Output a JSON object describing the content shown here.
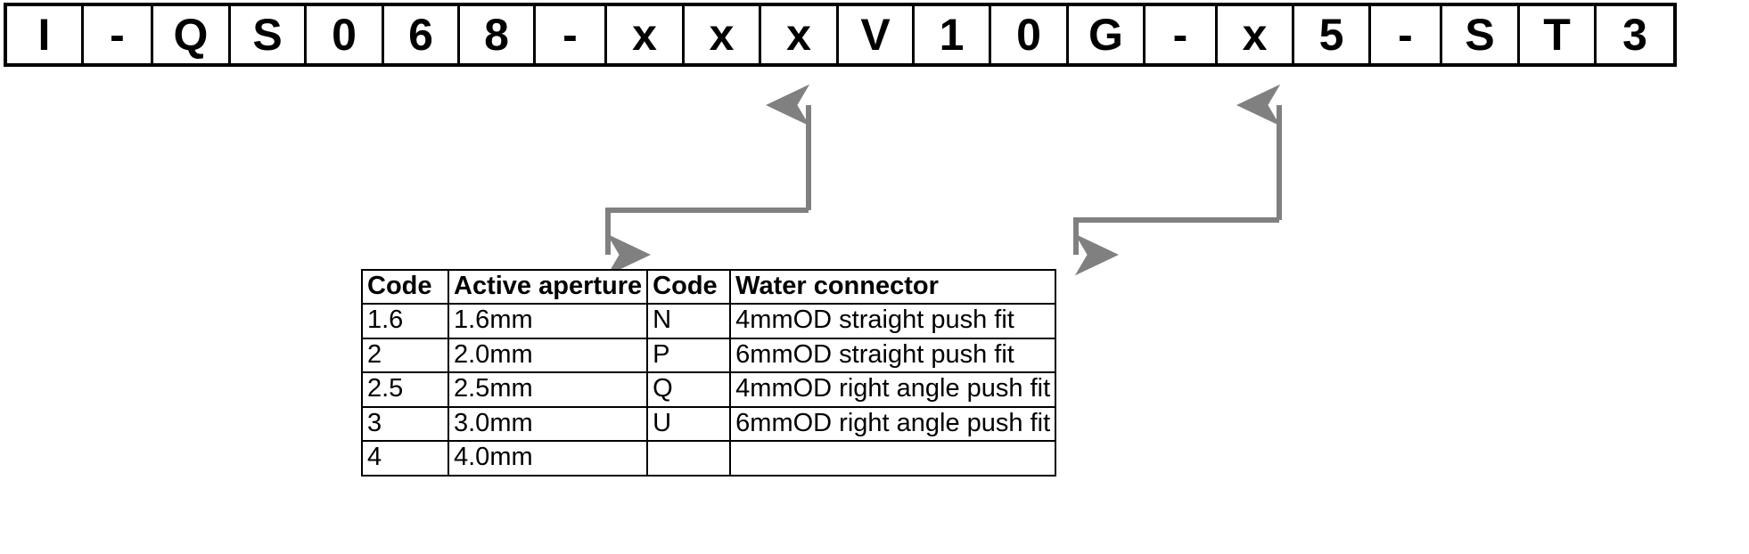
{
  "part_number": {
    "name": "part-number-code-bar",
    "segments": [
      {
        "char": "I",
        "width": 86
      },
      {
        "char": "-",
        "width": 78
      },
      {
        "char": "Q",
        "width": 87
      },
      {
        "char": "S",
        "width": 85
      },
      {
        "char": "0",
        "width": 87
      },
      {
        "char": "6",
        "width": 85
      },
      {
        "char": "8",
        "width": 85
      },
      {
        "char": "-",
        "width": 80
      },
      {
        "char": "x",
        "width": 87
      },
      {
        "char": "x",
        "width": 86
      },
      {
        "char": "x",
        "width": 87
      },
      {
        "char": "V",
        "width": 85
      },
      {
        "char": "1",
        "width": 86
      },
      {
        "char": "0",
        "width": 87
      },
      {
        "char": "G",
        "width": 86
      },
      {
        "char": "-",
        "width": 81
      },
      {
        "char": "x",
        "width": 86
      },
      {
        "char": "5",
        "width": 86
      },
      {
        "char": "-",
        "width": 80
      },
      {
        "char": "S",
        "width": 87
      },
      {
        "char": "T",
        "width": 86
      },
      {
        "char": "3",
        "width": 86
      }
    ]
  },
  "callouts": [
    {
      "name": "callout-active-aperture",
      "source_label": "x",
      "target_column": "Active aperture",
      "color": "#808080"
    },
    {
      "name": "callout-water-connector",
      "source_label": "x",
      "target_column": "Water connector",
      "color": "#808080"
    }
  ],
  "options_table": {
    "headers": [
      "Code",
      "Active aperture",
      "Code",
      "Water connector"
    ],
    "rows": [
      [
        "1.6",
        "1.6mm",
        "N",
        "4mmOD straight push fit"
      ],
      [
        "2",
        "2.0mm",
        "P",
        "6mmOD straight push fit"
      ],
      [
        "2.5",
        "2.5mm",
        "Q",
        "4mmOD right angle push fit"
      ],
      [
        "3",
        "3.0mm",
        "U",
        "6mmOD right angle push fit"
      ],
      [
        "4",
        "4.0mm",
        "",
        ""
      ]
    ]
  },
  "colors": {
    "border": "#000000",
    "background": "#ffffff",
    "arrow": "#808080"
  }
}
